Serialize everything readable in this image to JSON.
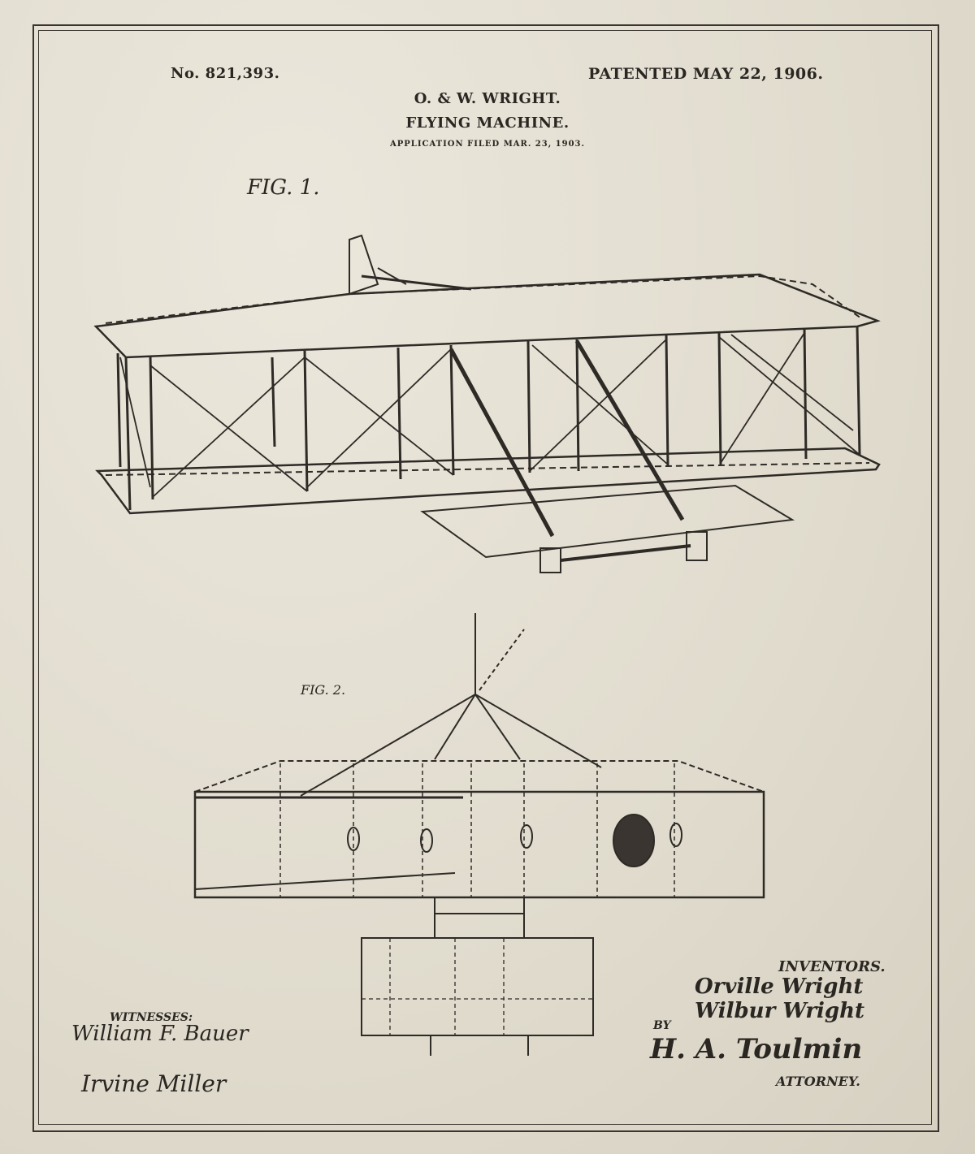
{
  "header": {
    "patent_number": "No. 821,393.",
    "patent_date": "PATENTED MAY 22, 1906.",
    "inventors_short": "O. & W. WRIGHT.",
    "title": "FLYING MACHINE.",
    "application": "APPLICATION FILED MAR. 23, 1903."
  },
  "figures": {
    "fig1": "FIG. 1.",
    "fig2": "FIG. 2."
  },
  "witnesses": {
    "label": "WITNESSES:",
    "names": [
      "William F. Bauer",
      "Irvine Miller"
    ]
  },
  "inventors": {
    "label": "INVENTORS.",
    "names": [
      "Orville Wright",
      "Wilbur Wright"
    ],
    "by": "BY",
    "attorney_signature": "H. A. Toulmin",
    "attorney_label": "ATTORNEY."
  },
  "colors": {
    "ink": "#2a2622",
    "paper": "#e4dfd3"
  }
}
